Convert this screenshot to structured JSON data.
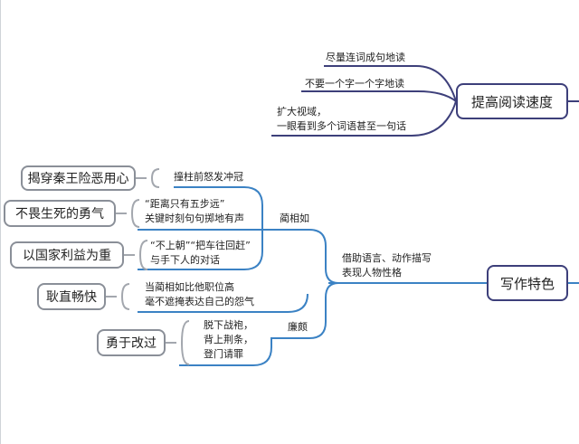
{
  "colors": {
    "reading_branch": "#3d3f7a",
    "writing_branch": "#3b82c4",
    "trait_border": "#8a8f98",
    "trait_connector": "#a3a7ae"
  },
  "reading_speed": {
    "topic": "提高阅读速度",
    "tips": [
      "尽量连词成句地读",
      "不要一个字一个字地读",
      [
        "扩大视域，",
        "一眼看到多个词语甚至一句话"
      ]
    ]
  },
  "writing_features": {
    "topic": "写作特色",
    "method": [
      "借助语言、动作描写",
      "表现人物性格"
    ],
    "characters": {
      "lin": "蔺相如",
      "lian": "廉颇"
    },
    "lin_examples": [
      "撞柱前怒发冲冠",
      [
        "“距离只有五步远”",
        "关键时刻句句掷地有声"
      ],
      [
        "“不上朝”“把车往回赶”",
        "与手下人的对话"
      ],
      [
        "当蔺相如比他职位高",
        "毫不遮掩表达自己的怨气"
      ]
    ],
    "lian_examples": [
      [
        "脱下战袍，",
        "背上荆条，",
        "登门请罪"
      ]
    ],
    "traits": [
      "揭穿秦王险恶用心",
      "不畏生死的勇气",
      "以国家利益为重",
      "耿直畅快",
      "勇于改过"
    ]
  }
}
